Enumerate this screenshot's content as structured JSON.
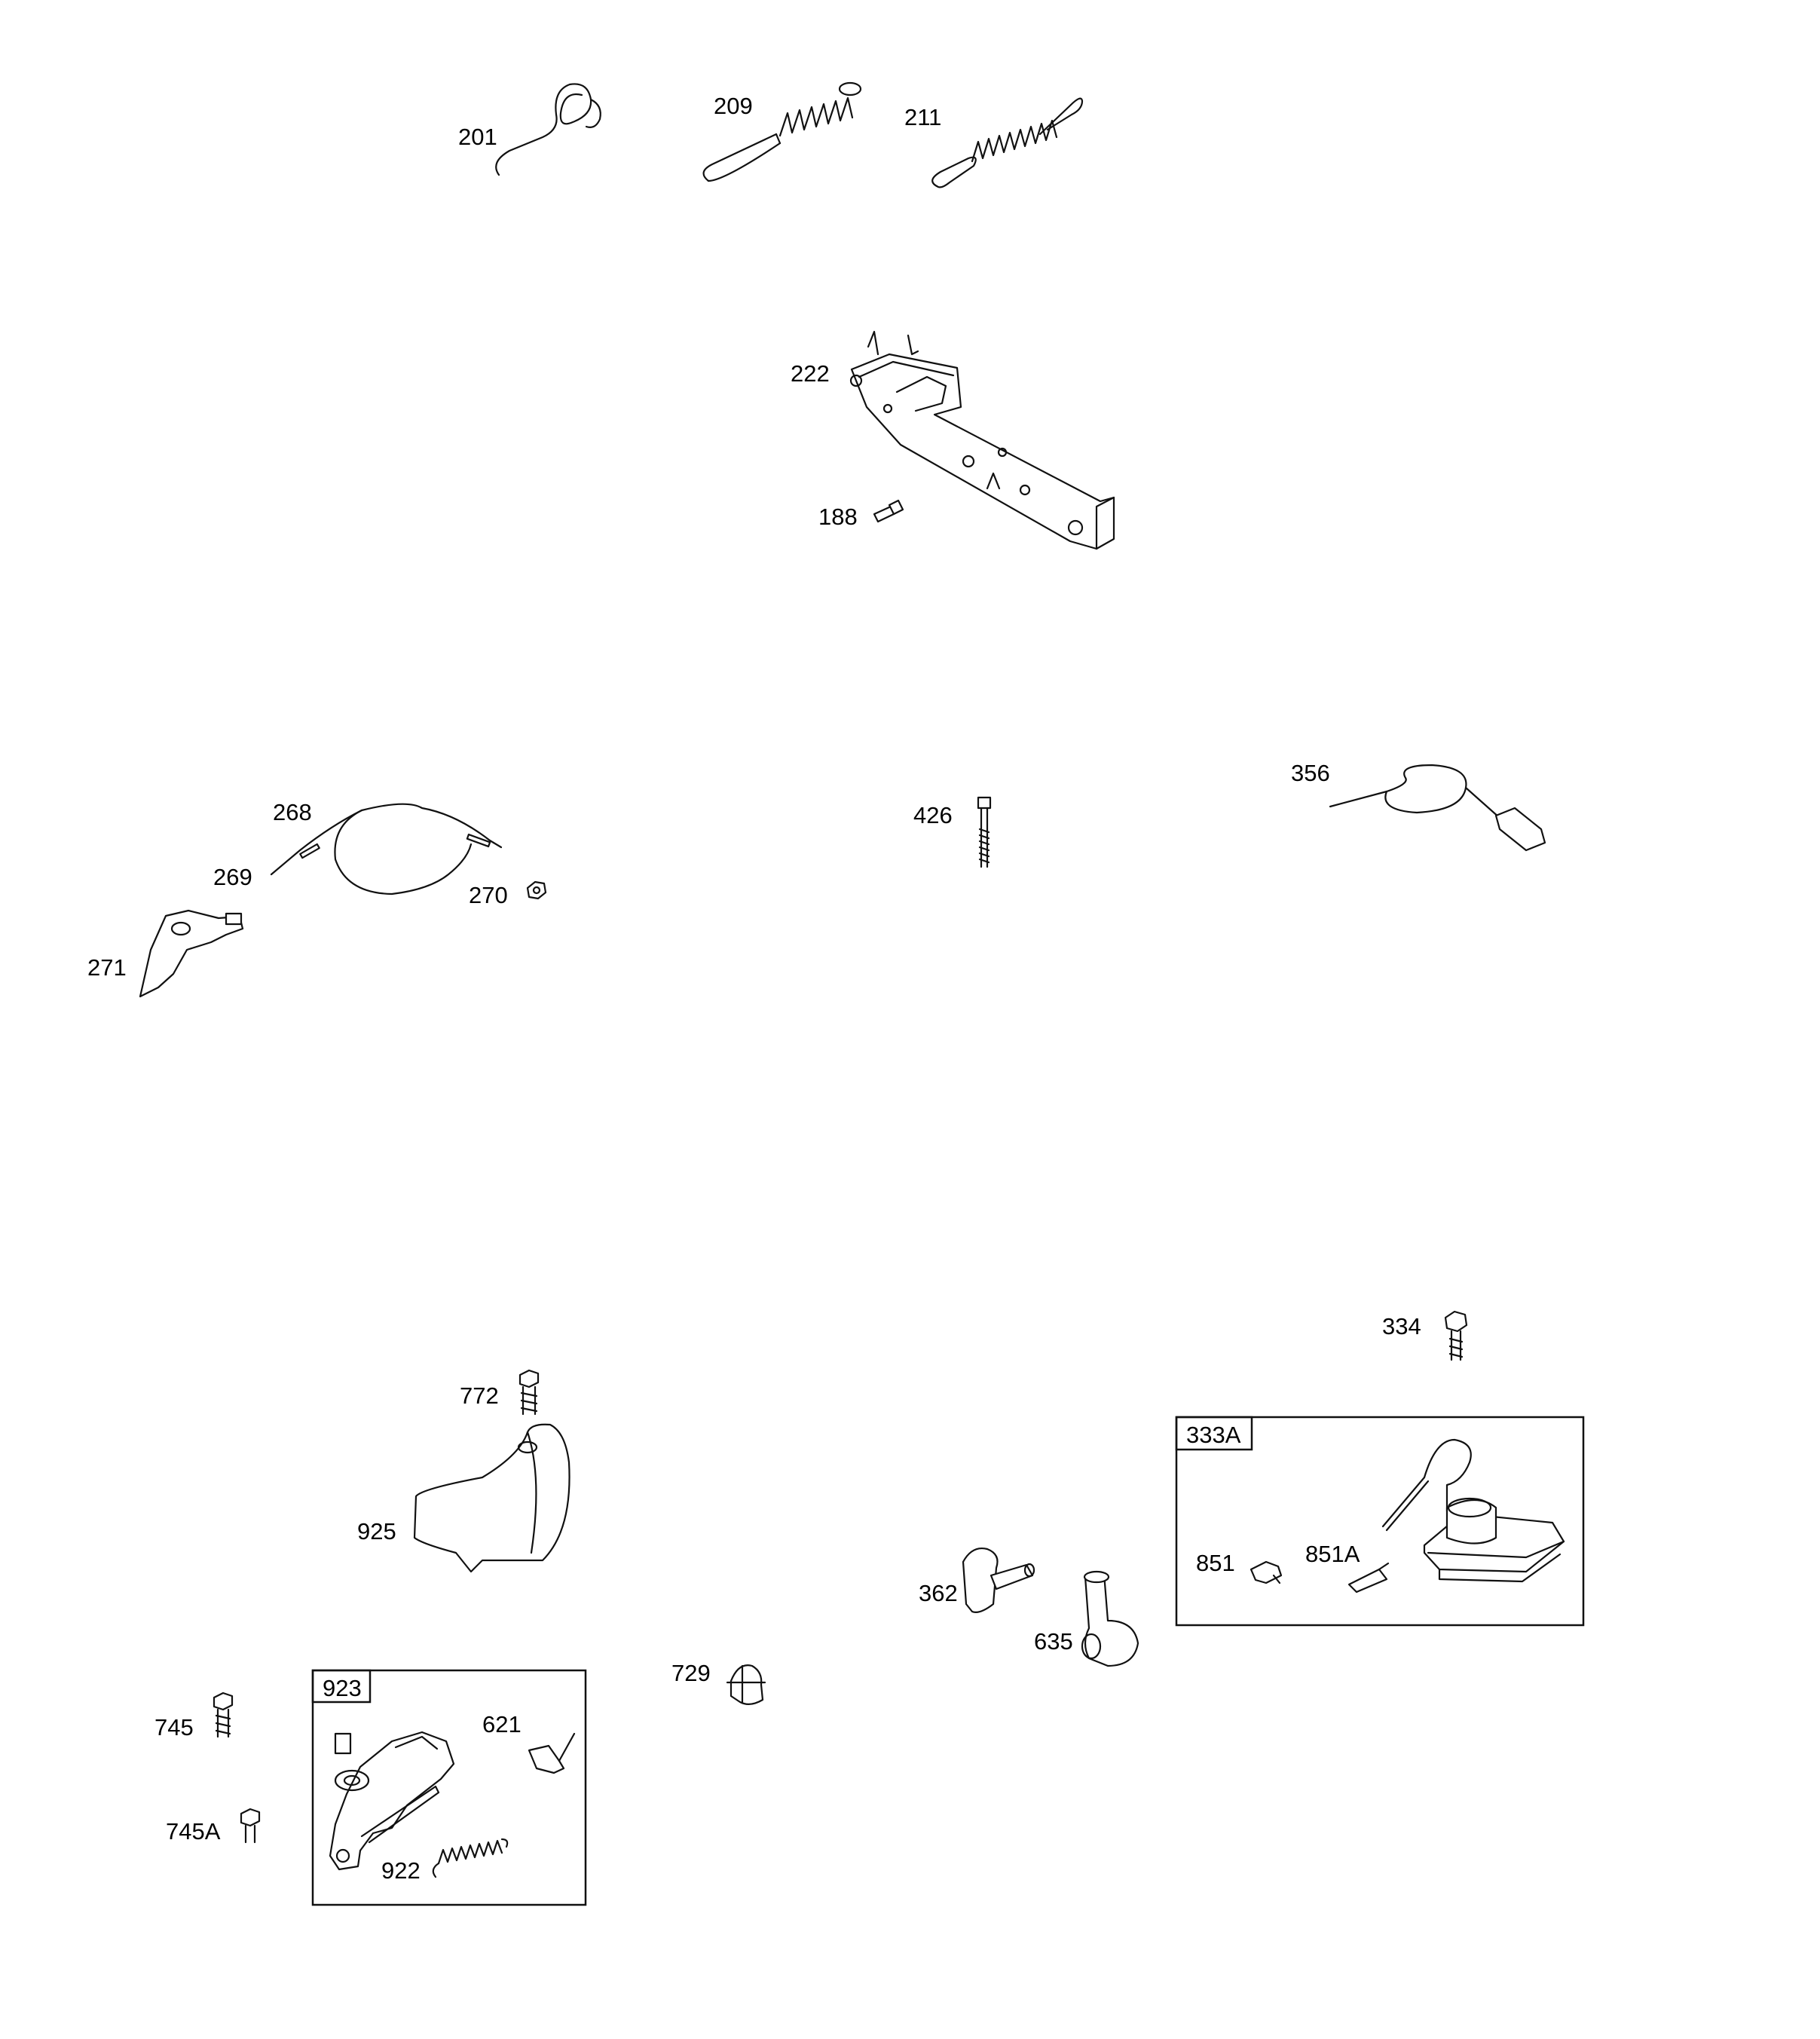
{
  "parts": [
    {
      "id": "201"
    },
    {
      "id": "209"
    },
    {
      "id": "211"
    },
    {
      "id": "222"
    },
    {
      "id": "188"
    },
    {
      "id": "268"
    },
    {
      "id": "269"
    },
    {
      "id": "270"
    },
    {
      "id": "271"
    },
    {
      "id": "426"
    },
    {
      "id": "356"
    },
    {
      "id": "334"
    },
    {
      "id": "772"
    },
    {
      "id": "925"
    },
    {
      "id": "362"
    },
    {
      "id": "635"
    },
    {
      "id": "729"
    },
    {
      "id": "745"
    },
    {
      "id": "745A"
    },
    {
      "id": "621"
    },
    {
      "id": "922"
    },
    {
      "id": "851"
    },
    {
      "id": "851A"
    }
  ],
  "kits": [
    {
      "id": "333A"
    },
    {
      "id": "923"
    }
  ]
}
